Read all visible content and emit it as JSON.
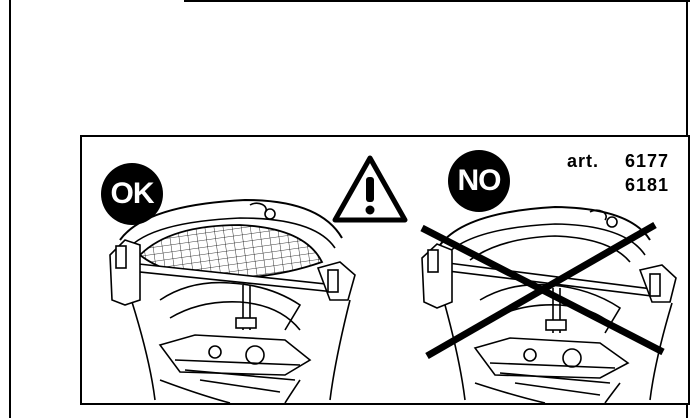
{
  "badges": {
    "ok_label": "OK",
    "no_label": "NO"
  },
  "article": {
    "prefix": "art.",
    "numbers": [
      "6177",
      "6181"
    ]
  },
  "icons": {
    "warning": "warning-triangle-icon",
    "ok_check": "ok-badge",
    "no_cross": "no-badge"
  },
  "colors": {
    "ink": "#000000",
    "paper": "#ffffff"
  }
}
